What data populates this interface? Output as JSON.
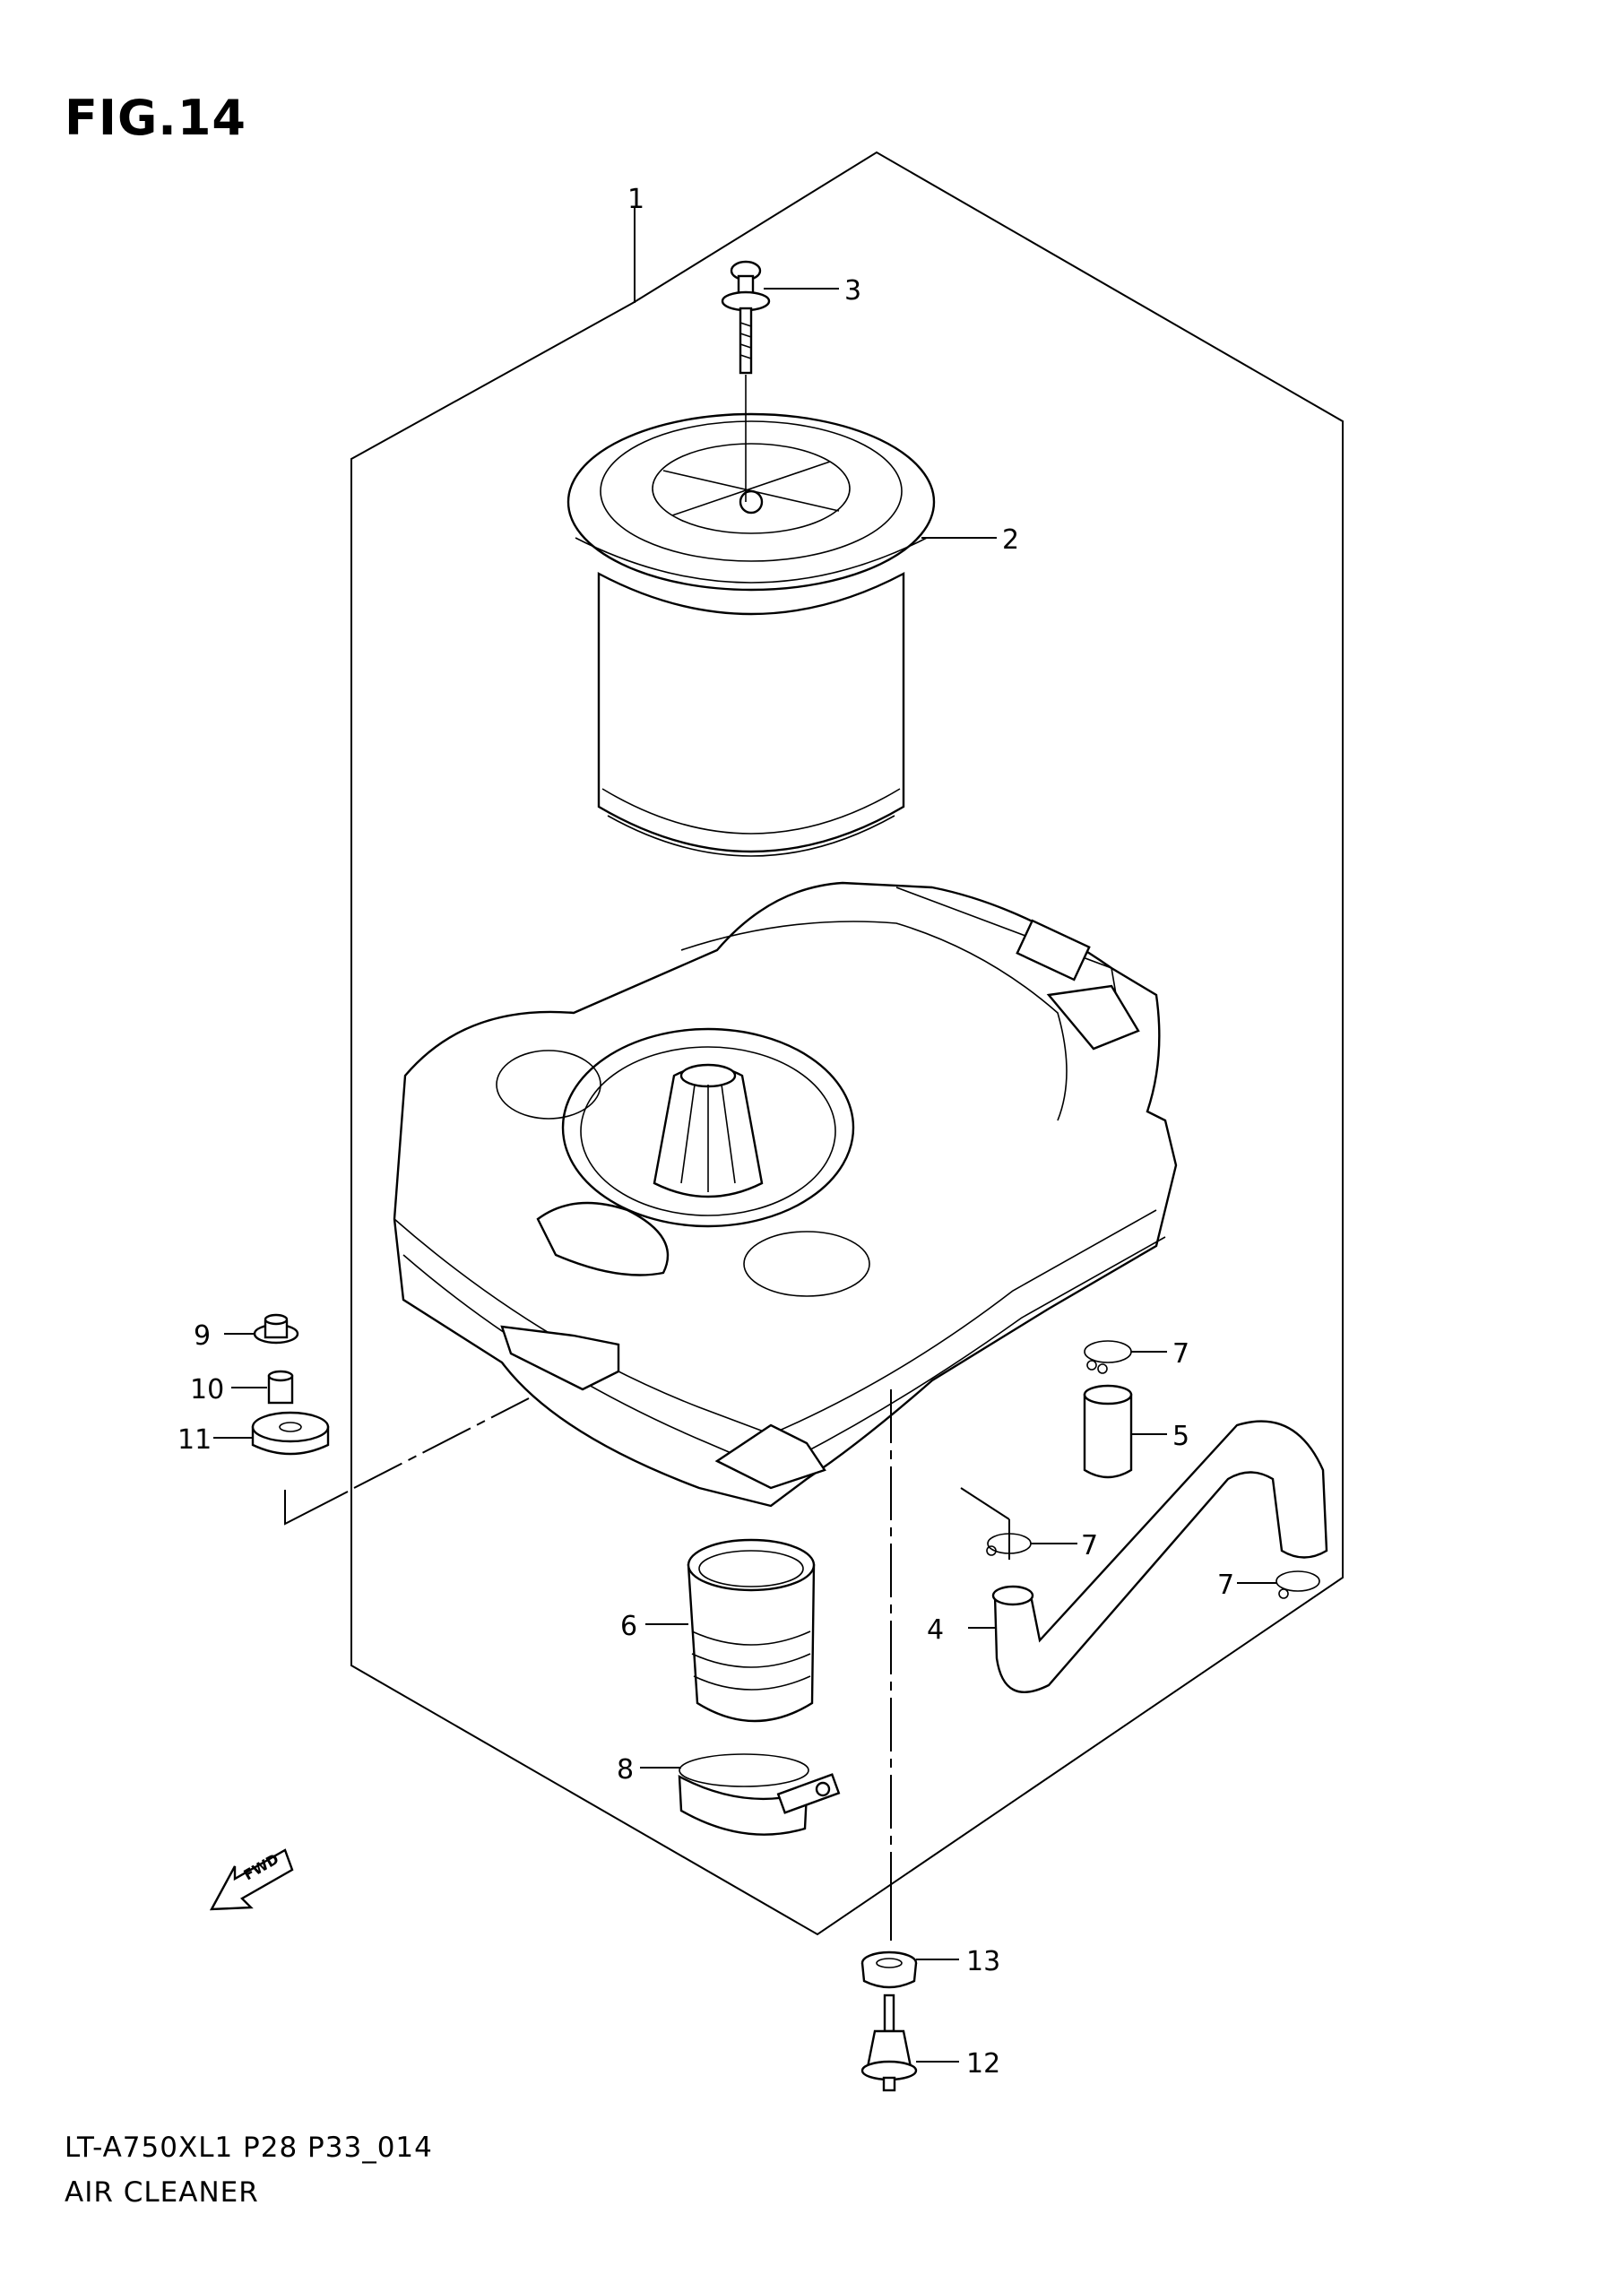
{
  "figure": {
    "title": "FIG.14",
    "model_code": "LT-A750XL1 P28 P33_014",
    "section_name": "AIR CLEANER",
    "fwd_label": "FWD"
  },
  "callouts": [
    "1",
    "2",
    "3",
    "4",
    "5",
    "6",
    "7",
    "7",
    "7",
    "8",
    "9",
    "10",
    "11",
    "12",
    "13"
  ],
  "parts": [
    {
      "ref": "1",
      "desc": "air cleaner case assembly"
    },
    {
      "ref": "2",
      "desc": "air cleaner element"
    },
    {
      "ref": "3",
      "desc": "wing bolt"
    },
    {
      "ref": "4",
      "desc": "hose"
    },
    {
      "ref": "5",
      "desc": "hose"
    },
    {
      "ref": "6",
      "desc": "outlet tube"
    },
    {
      "ref": "7",
      "desc": "clamp"
    },
    {
      "ref": "8",
      "desc": "clamp"
    },
    {
      "ref": "9",
      "desc": "bolt"
    },
    {
      "ref": "10",
      "desc": "spacer"
    },
    {
      "ref": "11",
      "desc": "cushion"
    },
    {
      "ref": "12",
      "desc": "drain plug"
    },
    {
      "ref": "13",
      "desc": "grommet"
    }
  ]
}
